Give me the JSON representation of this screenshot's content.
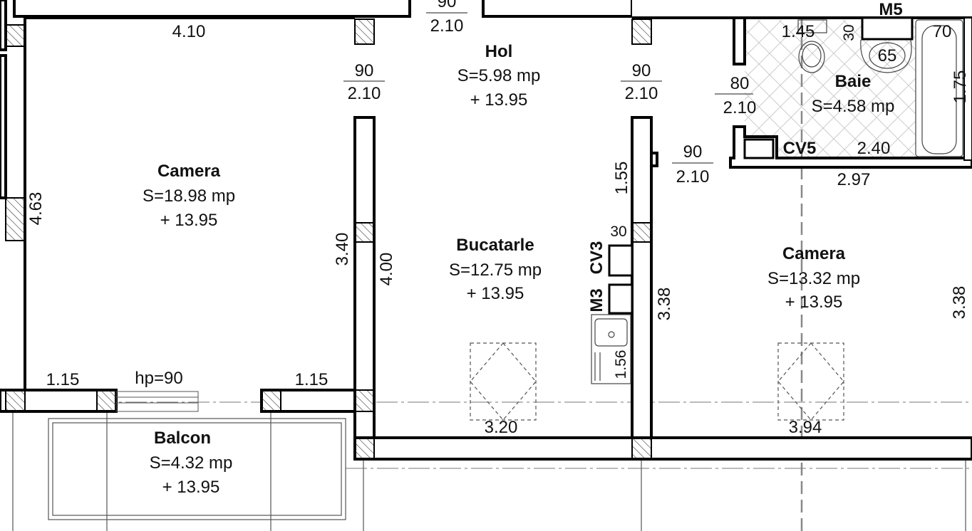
{
  "rooms": {
    "camera_left": {
      "name": "Camera",
      "area": "S=18.98 mp",
      "height": "+ 13.95"
    },
    "hol": {
      "name": "Hol",
      "area": "S=5.98 mp",
      "height": "+ 13.95"
    },
    "bucatarie": {
      "name": "Bucatarle",
      "area": "S=12.75 mp",
      "height": "+ 13.95"
    },
    "camera_right": {
      "name": "Camera",
      "area": "S=13.32 mp",
      "height": "+ 13.95"
    },
    "baie": {
      "name": "Baie",
      "area": "S=4.58 mp"
    },
    "balcon": {
      "name": "Balcon",
      "area": "S=4.32 mp",
      "height": "+ 13.95"
    }
  },
  "doors": [
    {
      "width": "90",
      "height": "2.10"
    },
    {
      "width": "90",
      "height": "2.10"
    },
    {
      "width": "90",
      "height": "2.10"
    },
    {
      "width": "80",
      "height": "2.10"
    },
    {
      "width": "90",
      "height": "2.10"
    }
  ],
  "dimensions": {
    "d410": "4.10",
    "d463": "4.63",
    "d340": "3.40",
    "d400": "4.00",
    "d155": "1.55",
    "d30a": "30",
    "d338a": "3.38",
    "d338b": "3.38",
    "d115a": "1.15",
    "d115b": "1.15",
    "hp": "hp=90",
    "d320": "3.20",
    "d394": "3.94",
    "d297": "2.97",
    "d240": "2.40",
    "d145": "1.45",
    "d30b": "30",
    "d65": "65",
    "d70": "70",
    "d175": "1.75",
    "d156": "1.56"
  },
  "labels": {
    "m5": "M5",
    "cv5": "CV5",
    "m3": "M3",
    "cv3": "CV3"
  }
}
